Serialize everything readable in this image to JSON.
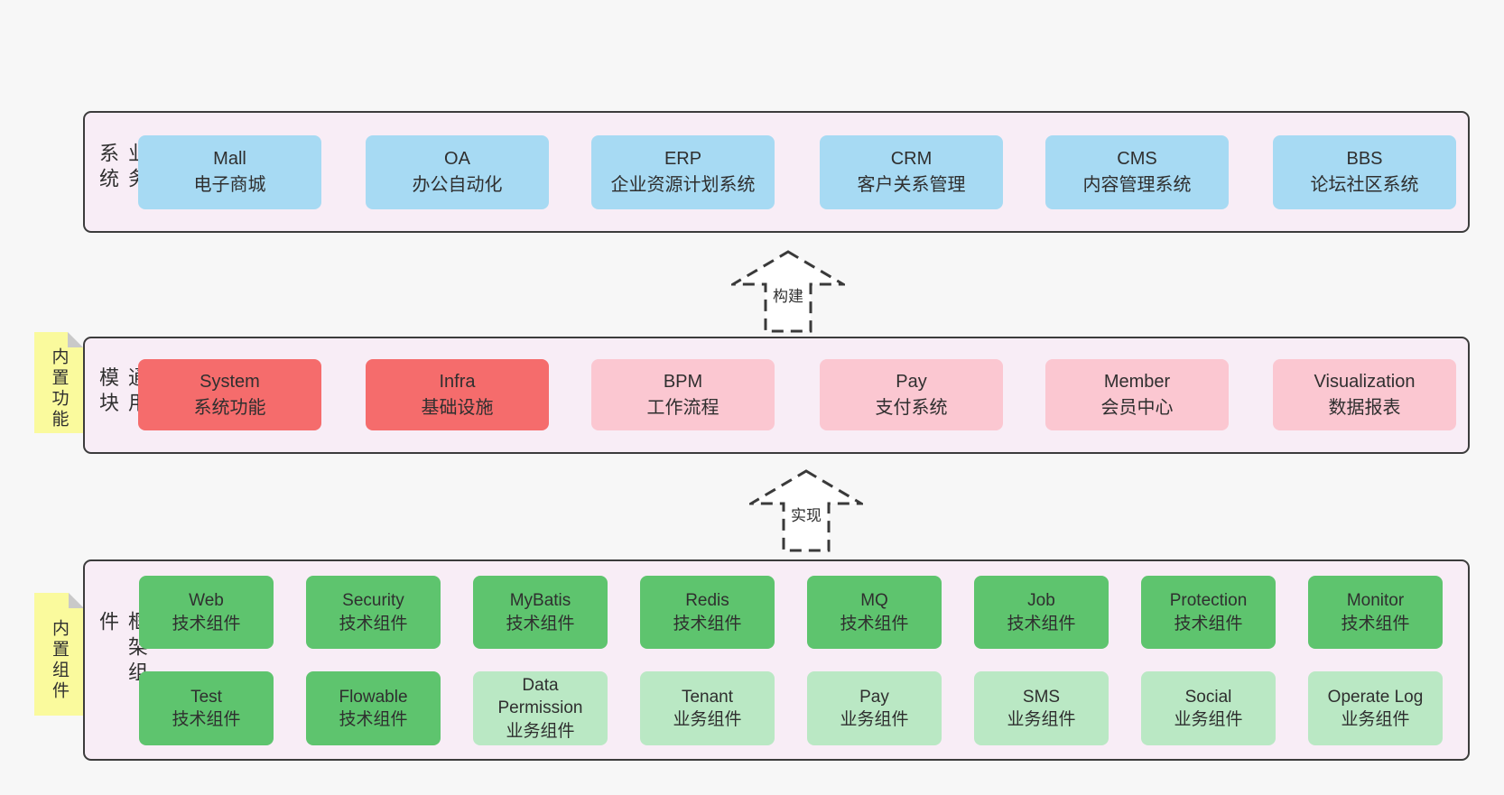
{
  "colors": {
    "page_bg": "#f7f7f7",
    "panel_bg": "#f8edf6",
    "panel_border": "#3c3c3c",
    "business_box": "#a7daf3",
    "core_module_box": "#f56c6c",
    "module_box": "#fbc7d1",
    "tech_component_box": "#5ec46e",
    "biz_component_box": "#bae8c4",
    "sticky_bg": "#fafa9d",
    "sticky_fold": "#c9c9c9",
    "text": "#2f2f2f"
  },
  "arrows": [
    {
      "label": "构建"
    },
    {
      "label": "实现"
    }
  ],
  "layers": [
    {
      "label": "业务系统",
      "items": [
        {
          "title": "Mall",
          "subtitle": "电子商城",
          "variant": "blue"
        },
        {
          "title": "OA",
          "subtitle": "办公自动化",
          "variant": "blue"
        },
        {
          "title": "ERP",
          "subtitle": "企业资源计划系统",
          "variant": "blue"
        },
        {
          "title": "CRM",
          "subtitle": "客户关系管理",
          "variant": "blue"
        },
        {
          "title": "CMS",
          "subtitle": "内容管理系统",
          "variant": "blue"
        },
        {
          "title": "BBS",
          "subtitle": "论坛社区系统",
          "variant": "blue"
        }
      ]
    },
    {
      "label": "通用模块",
      "sticky": "内置功能",
      "items": [
        {
          "title": "System",
          "subtitle": "系统功能",
          "variant": "red"
        },
        {
          "title": "Infra",
          "subtitle": "基础设施",
          "variant": "red"
        },
        {
          "title": "BPM",
          "subtitle": "工作流程",
          "variant": "pink"
        },
        {
          "title": "Pay",
          "subtitle": "支付系统",
          "variant": "pink"
        },
        {
          "title": "Member",
          "subtitle": "会员中心",
          "variant": "pink"
        },
        {
          "title": "Visualization",
          "subtitle": "数据报表",
          "variant": "pink"
        }
      ]
    },
    {
      "label": "框架组件",
      "sticky": "内置组件",
      "rows": [
        [
          {
            "title": "Web",
            "subtitle": "技术组件",
            "variant": "green"
          },
          {
            "title": "Security",
            "subtitle": "技术组件",
            "variant": "green"
          },
          {
            "title": "MyBatis",
            "subtitle": "技术组件",
            "variant": "green"
          },
          {
            "title": "Redis",
            "subtitle": "技术组件",
            "variant": "green"
          },
          {
            "title": "MQ",
            "subtitle": "技术组件",
            "variant": "green"
          },
          {
            "title": "Job",
            "subtitle": "技术组件",
            "variant": "green"
          },
          {
            "title": "Protection",
            "subtitle": "技术组件",
            "variant": "green"
          },
          {
            "title": "Monitor",
            "subtitle": "技术组件",
            "variant": "green"
          }
        ],
        [
          {
            "title": "Test",
            "subtitle": "技术组件",
            "variant": "green"
          },
          {
            "title": "Flowable",
            "subtitle": "技术组件",
            "variant": "green"
          },
          {
            "title": "Data Permission",
            "subtitle": "业务组件",
            "variant": "light-green"
          },
          {
            "title": "Tenant",
            "subtitle": "业务组件",
            "variant": "light-green"
          },
          {
            "title": "Pay",
            "subtitle": "业务组件",
            "variant": "light-green"
          },
          {
            "title": "SMS",
            "subtitle": "业务组件",
            "variant": "light-green"
          },
          {
            "title": "Social",
            "subtitle": "业务组件",
            "variant": "light-green"
          },
          {
            "title": "Operate Log",
            "subtitle": "业务组件",
            "variant": "light-green"
          }
        ]
      ]
    }
  ]
}
